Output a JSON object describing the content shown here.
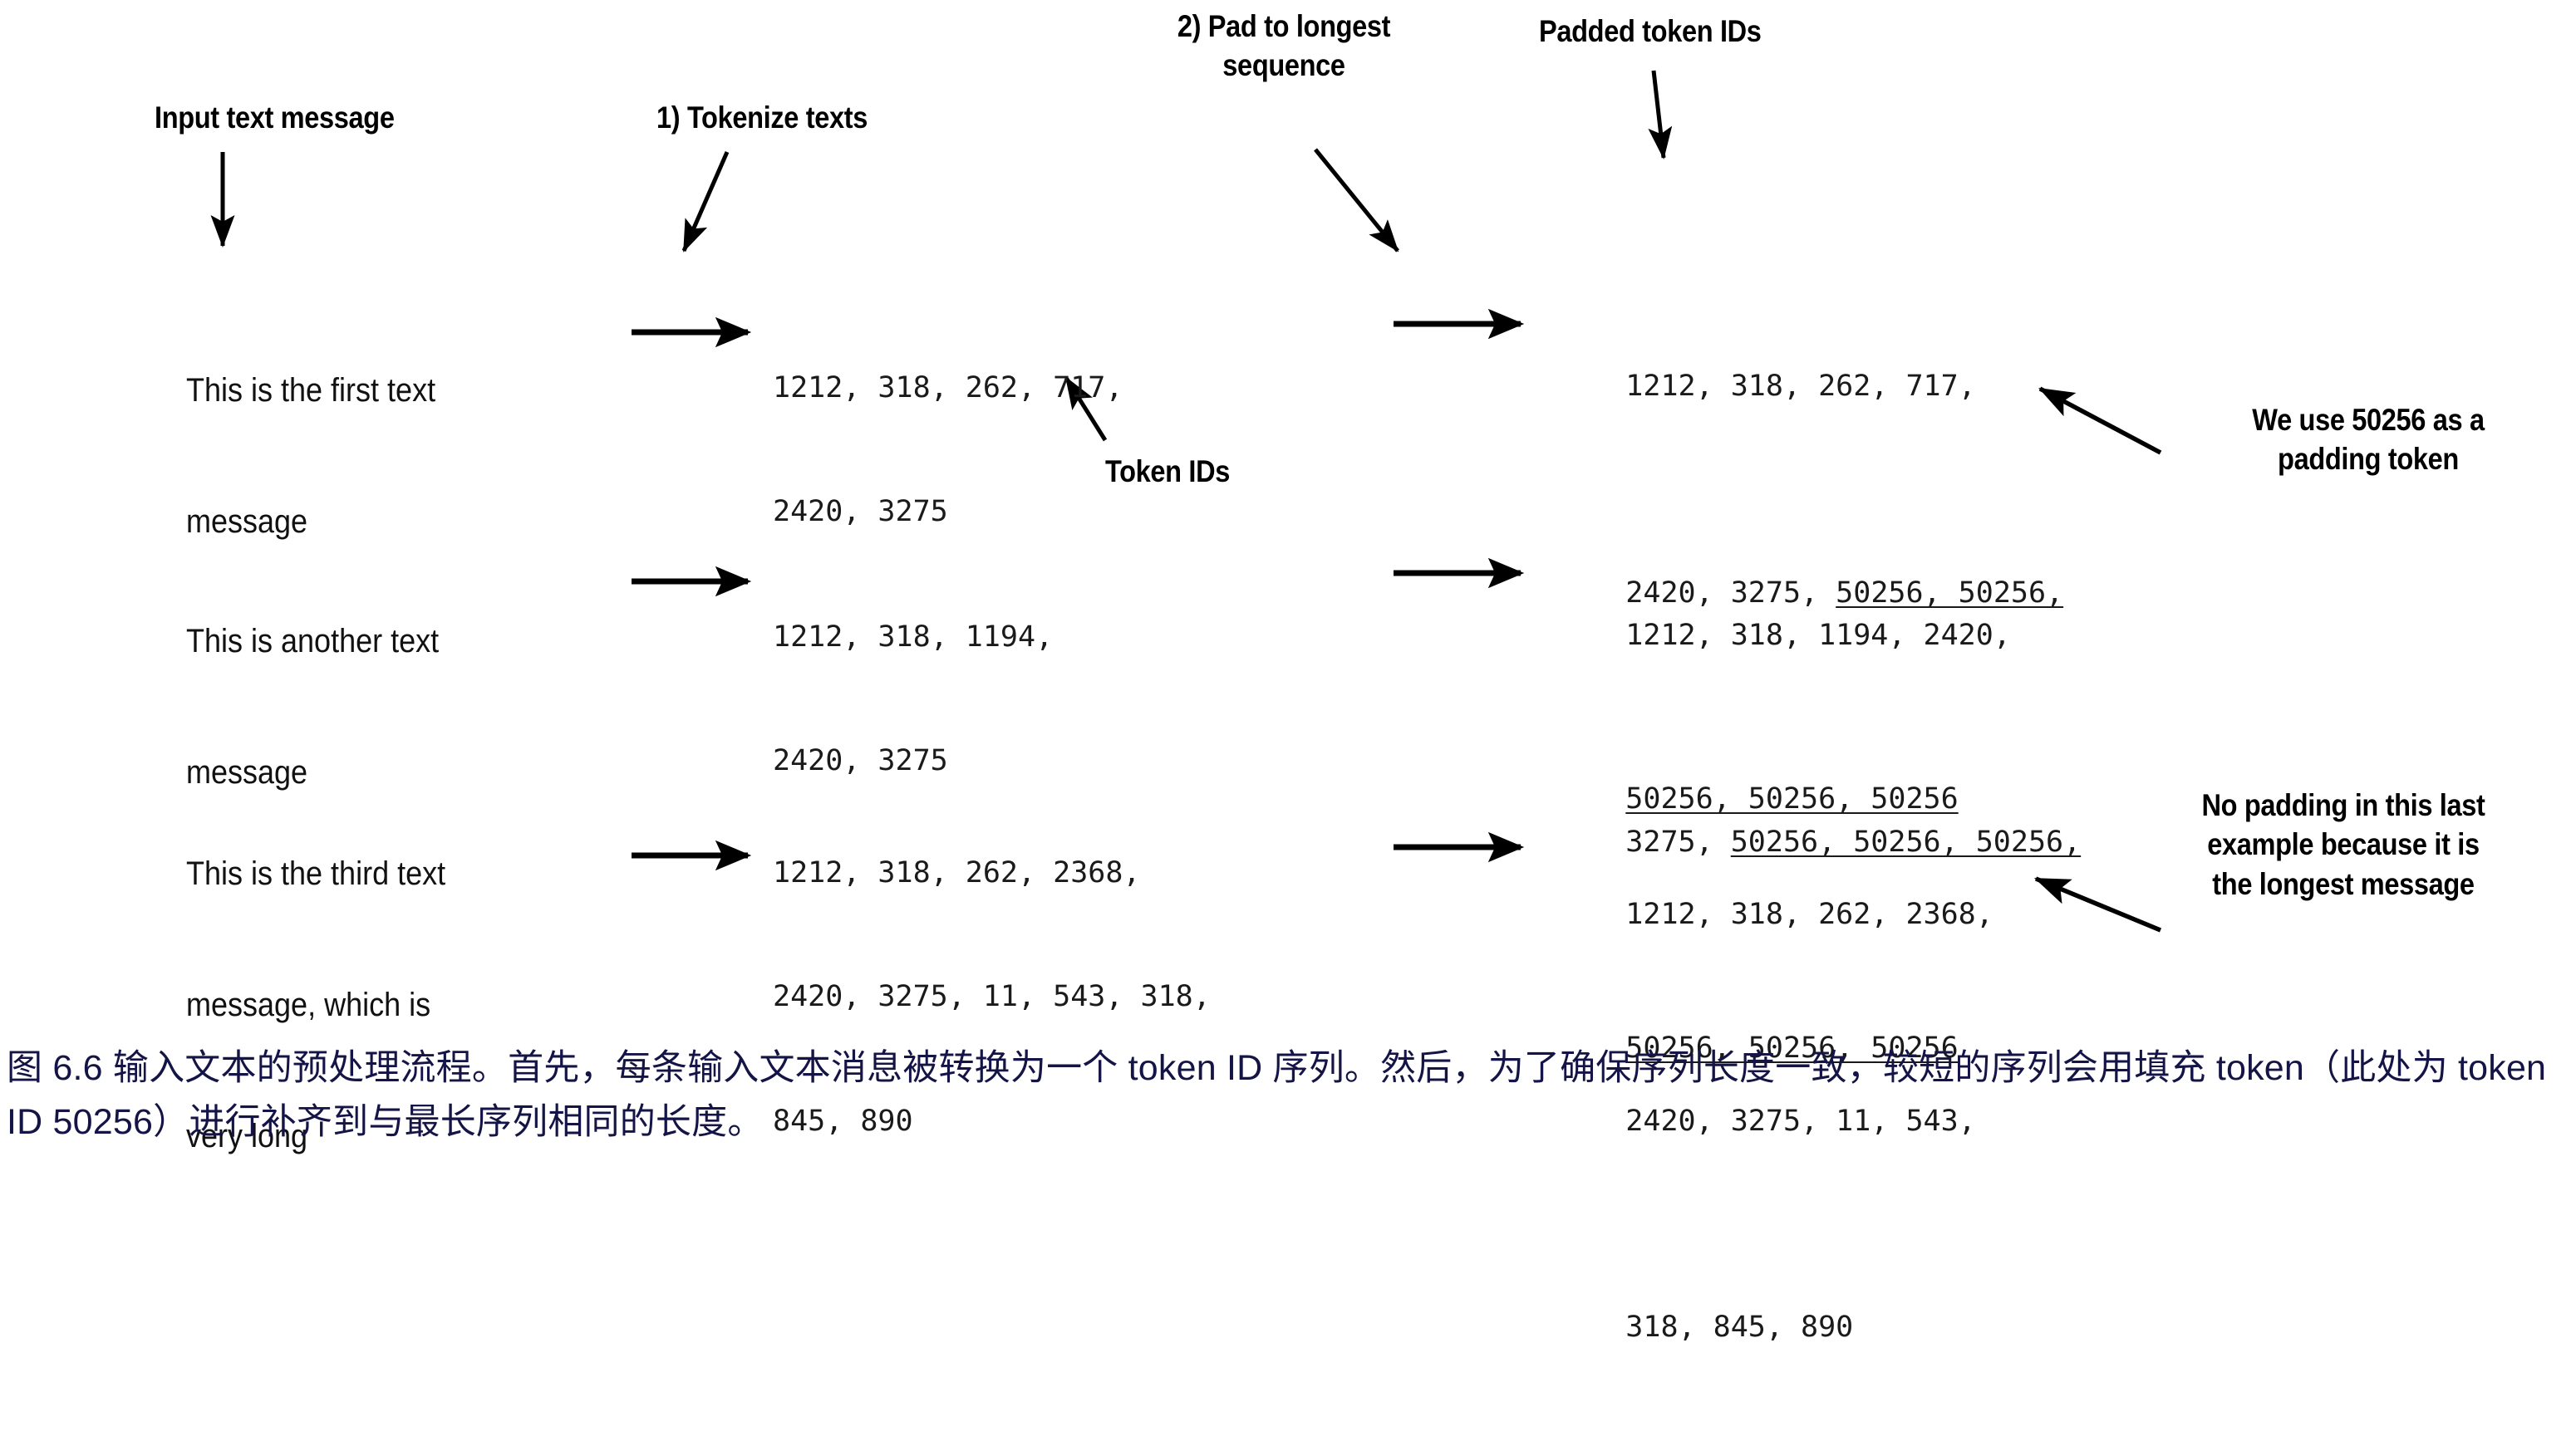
{
  "figure": {
    "headers": [
      {
        "id": "input-text-message",
        "text": "Input text message"
      },
      {
        "id": "tokenize-texts",
        "text": "1) Tokenize texts"
      },
      {
        "id": "pad-to-longest-sequence",
        "line1": "2) Pad to longest",
        "line2": "sequence"
      },
      {
        "id": "padded-token-ids",
        "text": "Padded token IDs"
      },
      {
        "id": "token-ids",
        "text": "Token IDs"
      }
    ],
    "annotations": [
      {
        "id": "padding-token-note",
        "lines": [
          "We use 50256 as a",
          "padding token"
        ]
      },
      {
        "id": "no-padding-note",
        "lines": [
          "No padding in this last",
          "example because it is",
          "the longest message"
        ]
      }
    ],
    "rows": [
      {
        "id": "row-1",
        "message_lines": [
          "This is the first text",
          "message"
        ],
        "token_ids": [
          "1212, 318, 262, 717,",
          "2420, 3275"
        ],
        "padded_segments": [
          [
            {
              "t": "1212, 318, 262, 717,",
              "pad": false
            }
          ],
          [
            {
              "t": "2420, 3275, ",
              "pad": false
            },
            {
              "t": "50256, 50256,",
              "pad": true
            }
          ],
          [
            {
              "t": "50256, 50256, 50256",
              "pad": true
            }
          ]
        ]
      },
      {
        "id": "row-2",
        "message_lines": [
          "This is another text",
          "message"
        ],
        "token_ids": [
          "1212, 318, 1194,",
          "2420, 3275"
        ],
        "padded_segments": [
          [
            {
              "t": "1212, 318, 1194, 2420,",
              "pad": false
            }
          ],
          [
            {
              "t": "3275, ",
              "pad": false
            },
            {
              "t": "50256, 50256, 50256,",
              "pad": true
            }
          ],
          [
            {
              "t": "50256, 50256, 50256",
              "pad": true
            }
          ]
        ]
      },
      {
        "id": "row-3",
        "message_lines": [
          "This is the third text",
          "message, which is",
          "very long"
        ],
        "token_ids": [
          "1212, 318, 262, 2368,",
          "2420, 3275, 11, 543, 318,",
          "845, 890"
        ],
        "padded_segments": [
          [
            {
              "t": "1212, 318, 262, 2368,",
              "pad": false
            }
          ],
          [
            {
              "t": "2420, 3275, 11, 543,",
              "pad": false
            }
          ],
          [
            {
              "t": "318, 845, 890",
              "pad": false
            }
          ]
        ]
      }
    ],
    "caption": "图 6.6 输入文本的预处理流程。首先，每条输入文本消息被转换为一个 token ID 序列。然后，为了确保序列长度一致，较短的序列会用填充 token（此处为 token ID 50256）进行补齐到与最长序列相同的长度。",
    "colors": {
      "ink": "#000000",
      "token_ink": "#1a1a1a",
      "caption": "#141446",
      "background": "#ffffff"
    }
  }
}
